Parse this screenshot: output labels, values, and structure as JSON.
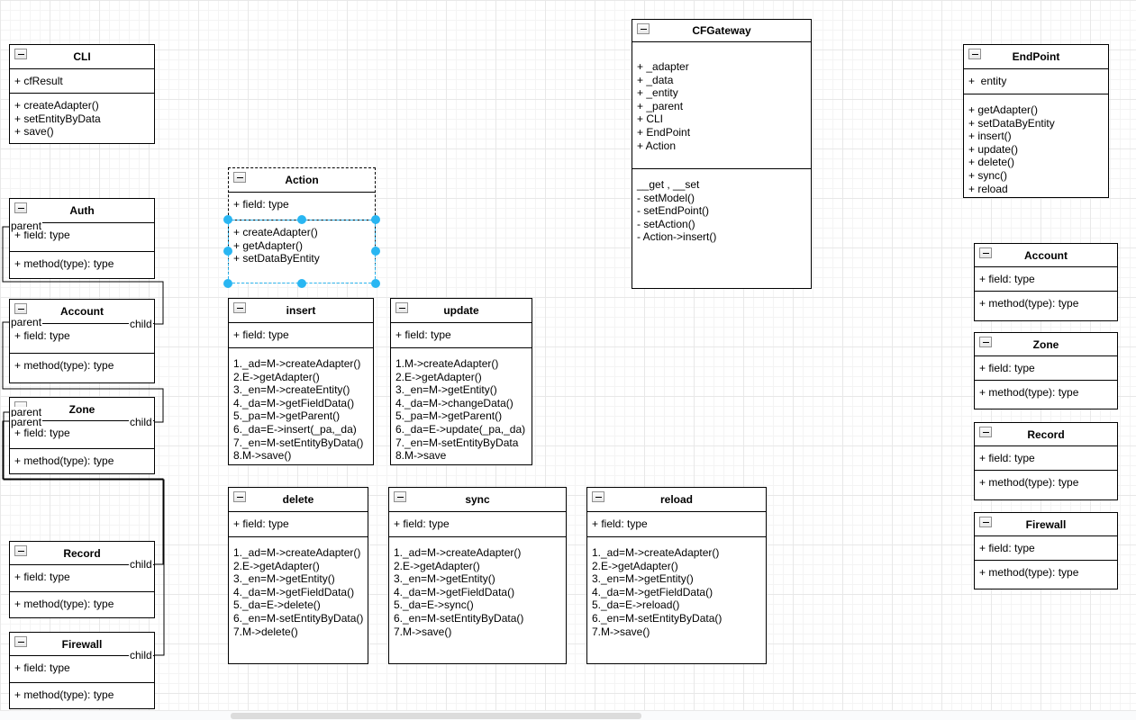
{
  "app": {
    "canvas": "drawio-diagram-canvas"
  },
  "colors": {
    "selection": "#29b6f2",
    "stroke": "#000000",
    "grid_minor": "#f4f4f4",
    "grid_major": "#e8e8e8"
  },
  "edge_labels": {
    "parent": "parent",
    "child": "child"
  },
  "classes": {
    "cli": {
      "title": "CLI",
      "fields": [
        "+ cfResult"
      ],
      "methods": [
        "+ createAdapter()",
        "+ setEntityByData",
        "+ save()"
      ]
    },
    "auth": {
      "title": "Auth",
      "fields": [
        "+ field: type"
      ],
      "methods": [
        "+ method(type): type"
      ]
    },
    "account_left": {
      "title": "Account",
      "fields": [
        "+ field: type"
      ],
      "methods": [
        "+ method(type): type"
      ]
    },
    "zone_left": {
      "title": "Zone",
      "fields": [
        "+ field: type"
      ],
      "methods": [
        "+ method(type): type"
      ]
    },
    "record_left": {
      "title": "Record",
      "fields": [
        "+ field: type"
      ],
      "methods": [
        "+ method(type): type"
      ]
    },
    "firewall_left": {
      "title": "Firewall",
      "fields": [
        "+ field: type"
      ],
      "methods": [
        "+ method(type): type"
      ]
    },
    "action": {
      "title": "Action",
      "fields": [
        "+ field: type"
      ],
      "methods": [
        "+ createAdapter()",
        "+ getAdapter()",
        "+ setDataByEntity"
      ]
    },
    "insert": {
      "title": "insert",
      "fields": [
        "+ field: type"
      ],
      "methods": [
        "1._ad=M->createAdapter()",
        "2.E->getAdapter()",
        "3._en=M->createEntity()",
        "4._da=M->getFieldData()",
        "5._pa=M->getParent()",
        "6._da=E->insert(_pa,_da)",
        "7._en=M-setEntityByData()",
        "8.M->save()"
      ]
    },
    "update": {
      "title": "update",
      "fields": [
        "+ field: type"
      ],
      "methods": [
        "1.M->createAdapter()",
        "2.E->getAdapter()",
        "3._en=M->getEntity()",
        "4._da=M->changeData()",
        "5._pa=M->getParent()",
        "6._da=E->update(_pa,_da)",
        "7._en=M-setEntityByData",
        "8.M->save"
      ]
    },
    "delete": {
      "title": "delete",
      "fields": [
        "+ field: type"
      ],
      "methods": [
        "1._ad=M->createAdapter()",
        "2.E->getAdapter()",
        "3._en=M->getEntity()",
        "4._da=M->getFieldData()",
        "5._da=E->delete()",
        "6._en=M-setEntityByData()",
        "7.M->delete()"
      ]
    },
    "sync": {
      "title": "sync",
      "fields": [
        "+ field: type"
      ],
      "methods": [
        "1._ad=M->createAdapter()",
        "2.E->getAdapter()",
        "3._en=M->getEntity()",
        "4._da=M->getFieldData()",
        "5._da=E->sync()",
        "6._en=M-setEntityByData()",
        "7.M->save()"
      ]
    },
    "reload": {
      "title": "reload",
      "fields": [
        "+ field: type"
      ],
      "methods": [
        "1._ad=M->createAdapter()",
        "2.E->getAdapter()",
        "3._en=M->getEntity()",
        "4._da=M->getFieldData()",
        "5._da=E->reload()",
        "6._en=M-setEntityByData()",
        "7.M->save()"
      ]
    },
    "cfgateway": {
      "title": "CFGateway",
      "fields": [
        "+ _adapter",
        "+ _data",
        "+ _entity",
        "+ _parent",
        "+ CLI",
        "+ EndPoint",
        "+ Action"
      ],
      "methods": [
        "__get , __set",
        "- setModel()",
        "- setEndPoint()",
        "- setAction()",
        "- Action->insert()"
      ]
    },
    "endpoint": {
      "title": "EndPoint",
      "fields": [
        "+  entity"
      ],
      "methods": [
        "+ getAdapter()",
        "+ setDataByEntity",
        "+ insert()",
        "+ update()",
        "+ delete()",
        "+ sync()",
        "+ reload"
      ]
    },
    "account_right": {
      "title": "Account",
      "fields": [
        "+ field: type"
      ],
      "methods": [
        "+ method(type): type"
      ]
    },
    "zone_right": {
      "title": "Zone",
      "fields": [
        "+ field: type"
      ],
      "methods": [
        "+ method(type): type"
      ]
    },
    "record_right": {
      "title": "Record",
      "fields": [
        "+ field: type"
      ],
      "methods": [
        "+ method(type): type"
      ]
    },
    "firewall_right": {
      "title": "Firewall",
      "fields": [
        "+ field: type"
      ],
      "methods": [
        "+ method(type): type"
      ]
    }
  }
}
